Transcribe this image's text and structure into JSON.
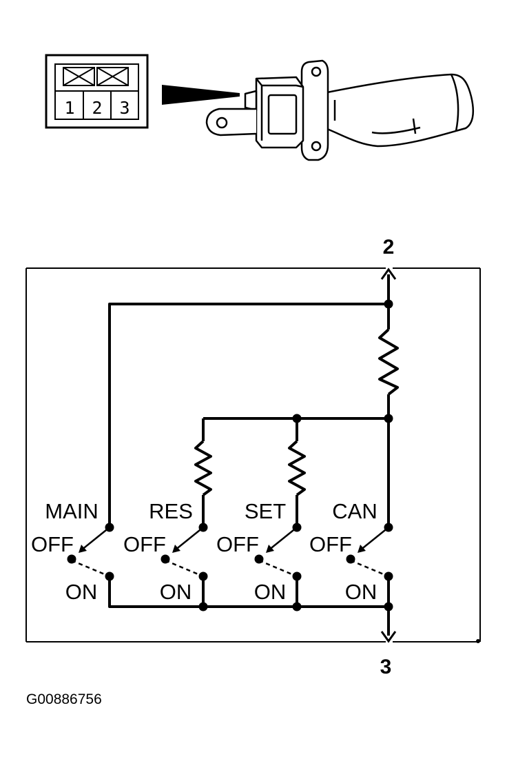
{
  "connector": {
    "pins": [
      "1",
      "2",
      "3"
    ]
  },
  "schematic": {
    "terminal_top": "2",
    "terminal_bottom": "3",
    "switches": [
      {
        "name": "MAIN",
        "off_label": "OFF",
        "on_label": "ON"
      },
      {
        "name": "RES",
        "off_label": "OFF",
        "on_label": "ON"
      },
      {
        "name": "SET",
        "off_label": "OFF",
        "on_label": "ON"
      },
      {
        "name": "CAN",
        "off_label": "OFF",
        "on_label": "ON"
      }
    ]
  },
  "figure_code": "G00886756"
}
